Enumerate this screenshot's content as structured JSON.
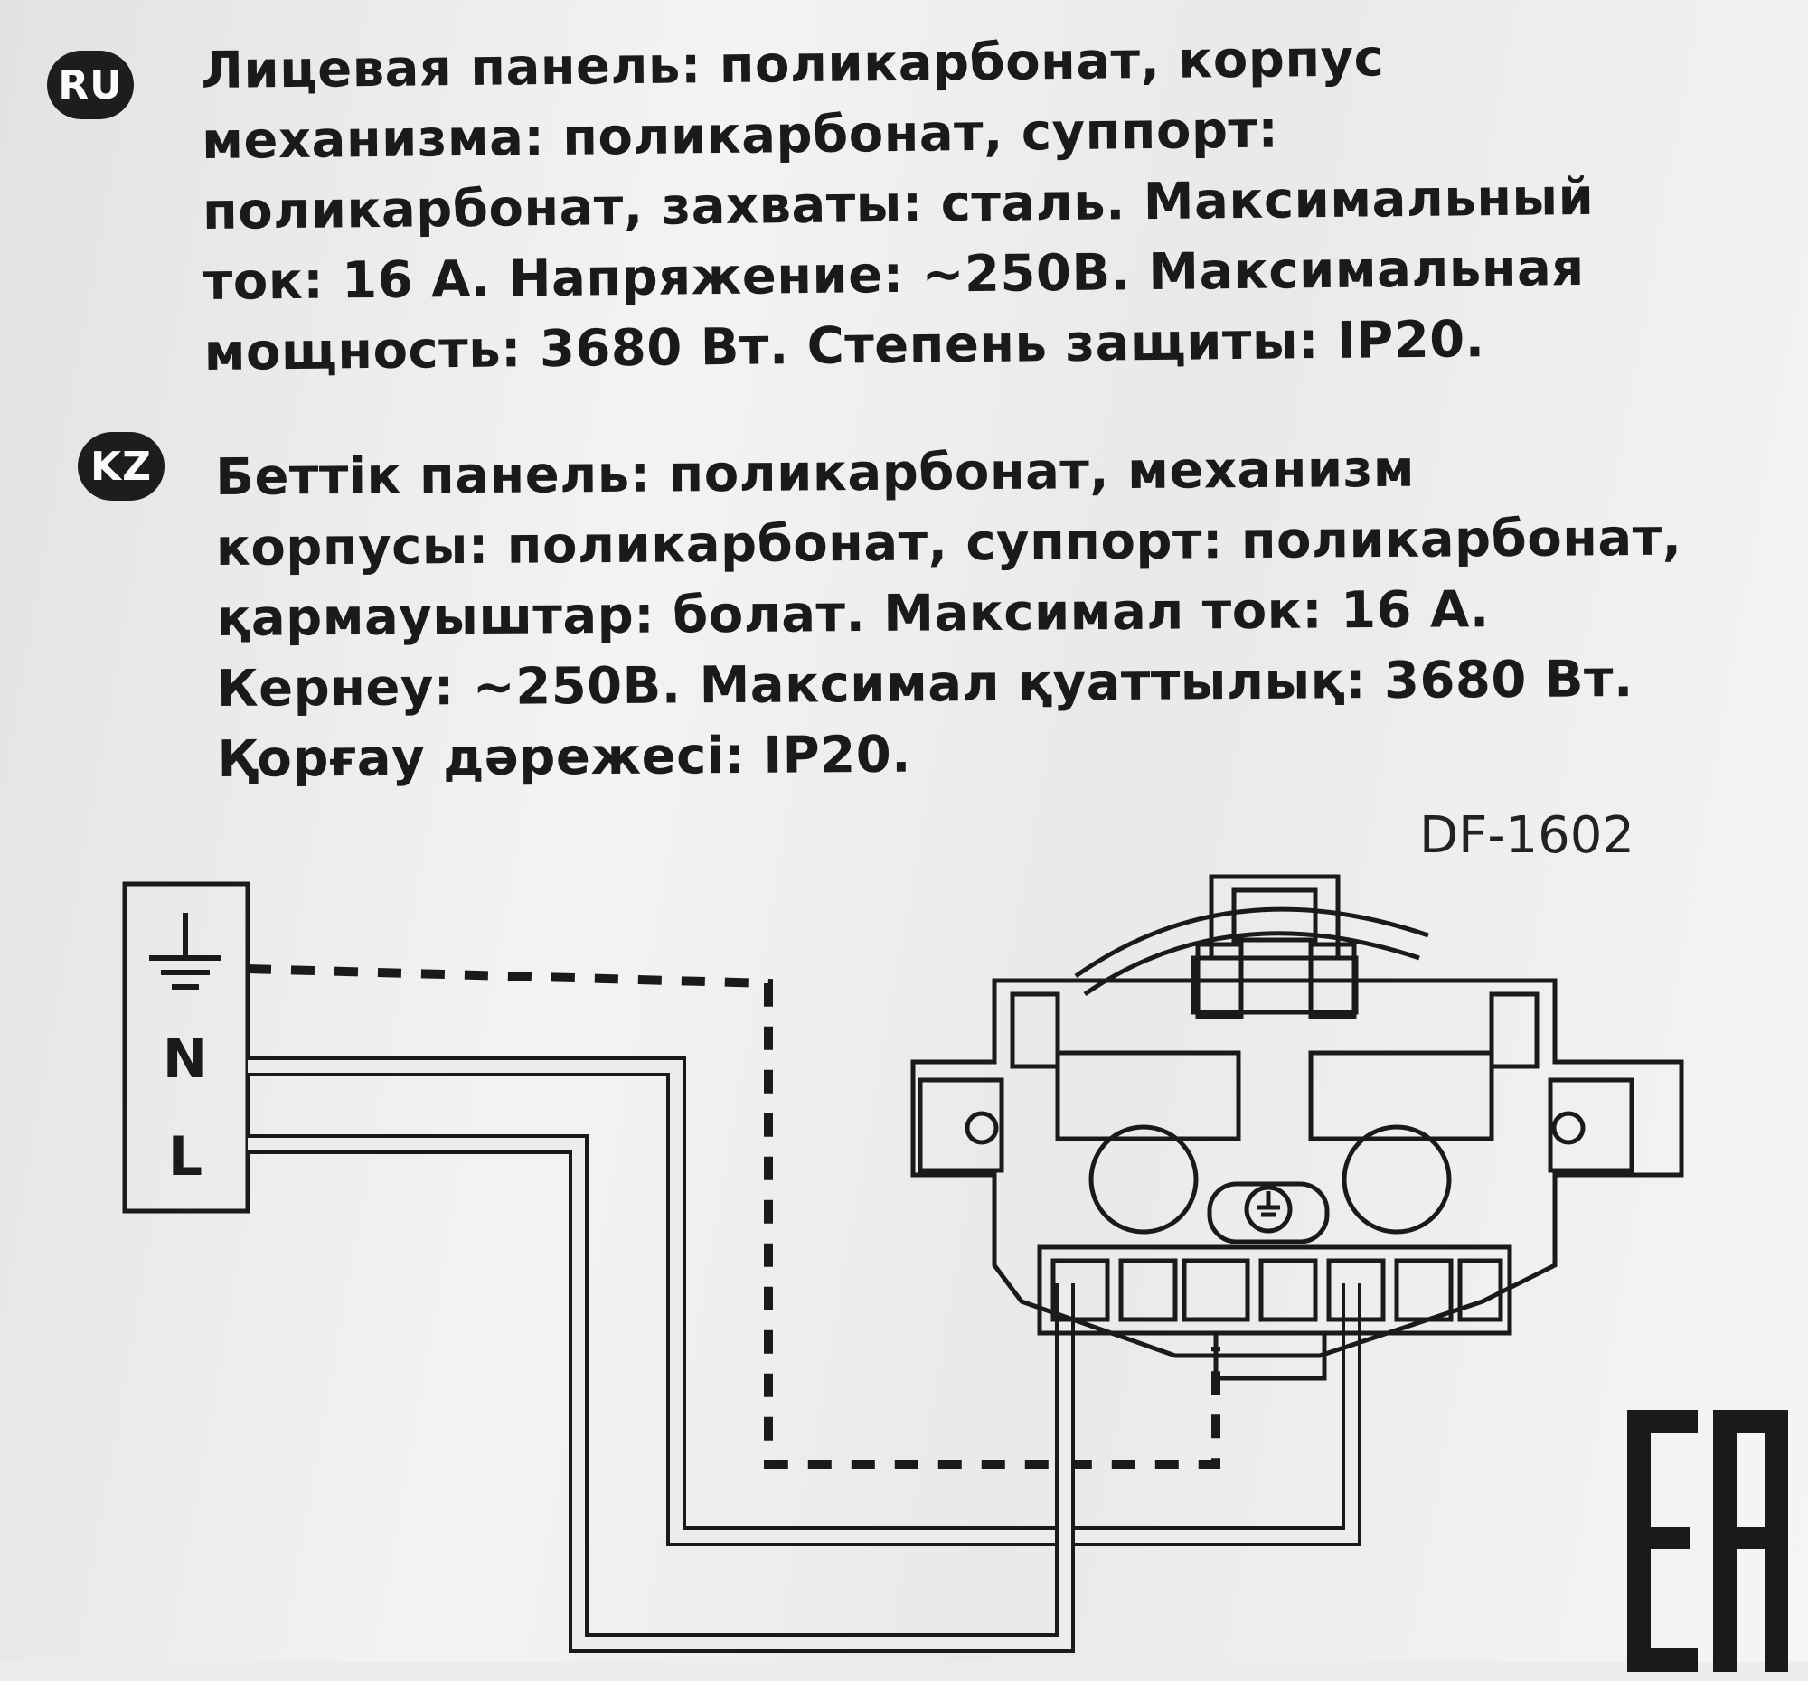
{
  "ru": {
    "badge": "RU",
    "lines": [
      "Лицевая панель: поликарбонат, корпус",
      "механизма: поликарбонат, суппорт:",
      "поликарбонат, захваты: сталь. Максимальный",
      "ток: 16 А. Напряжение: ~250В. Максимальная",
      "мощность: 3680 Вт. Степень защиты: IP20."
    ]
  },
  "kz": {
    "badge": "KZ",
    "lines": [
      "Беттік панель: поликарбонат, механизм",
      "корпусы: поликарбонат, суппорт: поликарбонат,",
      "қармауыштар: болат. Максимал ток: 16 А.",
      "Кернеу: ~250В. Максимал қуаттылық: 3680 Вт.",
      "Қорғау дәрежесі: IP20."
    ]
  },
  "model": "DF-1602",
  "terminals": [
    "N",
    "L"
  ],
  "certification_mark": "EAC",
  "icons": {
    "earth_terminal": "earth-ground-icon",
    "socket": "socket-outlet-icon",
    "certification": "eac-logo-icon"
  },
  "colors": {
    "ink": "#1a1a1a",
    "paper": "#ececec"
  }
}
